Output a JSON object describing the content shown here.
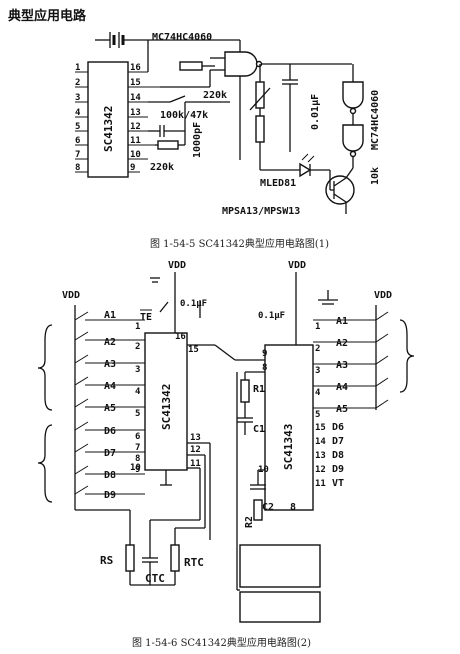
{
  "header": {
    "title": "典型应用电路"
  },
  "fig1": {
    "caption": "图 1-54-5  SC41342典型应用电路图(1)",
    "chip_label": "SC41342",
    "left_pins": [
      "1",
      "2",
      "3",
      "4",
      "5",
      "6",
      "7",
      "8"
    ],
    "right_pins": [
      "16",
      "15",
      "14",
      "13",
      "12",
      "11",
      "10",
      "9"
    ],
    "gate_label_top": "MC74HC4060",
    "gate_label_right": "MC74HC4060",
    "r_220k_a": "220k",
    "r_220k_b": "220k",
    "r_100k": "100k/47k",
    "c_1000pf": "1000pF",
    "c_001uf": "0.01μF",
    "r_10k": "10k",
    "led": "MLED81",
    "transistor": "MPSA13/MPSW13"
  },
  "fig2": {
    "caption": "图 1-54-6  SC41342典型应用电路图(2)",
    "left_chip": "SC41342",
    "right_chip": "SC41343",
    "vdd_top_left": "VDD",
    "vdd_top_right": "VDD",
    "vdd_left": "VDD",
    "vdd_right": "VDD",
    "te": "TE",
    "c_top_left": "0.1μF",
    "c_top_right": "0.1μF",
    "left_lines": [
      "A1",
      "A2",
      "A3",
      "A4",
      "A5",
      "D6",
      "D7",
      "D8",
      "D9"
    ],
    "left_chip_pins_left": [
      "1",
      "2",
      "3",
      "4",
      "5",
      "6",
      "7",
      "8",
      "9",
      "10"
    ],
    "left_chip_pins_right": [
      "16",
      "15",
      "13",
      "12",
      "11"
    ],
    "right_chip_pins_left": [
      "9",
      "8",
      "10"
    ],
    "right_lines": [
      "A1",
      "A2",
      "A3",
      "A4",
      "A5",
      "D6",
      "D7",
      "D8",
      "D9",
      "VT"
    ],
    "right_pin_nums": [
      "1",
      "2",
      "3",
      "4",
      "5",
      "15",
      "14",
      "13",
      "12",
      "11"
    ],
    "r1": "R1",
    "c1": "C1",
    "c2": "C2",
    "r2": "R2",
    "pin_8_label": "8",
    "rs": "RS",
    "ctc": "CTC",
    "rtc": "RTC"
  }
}
